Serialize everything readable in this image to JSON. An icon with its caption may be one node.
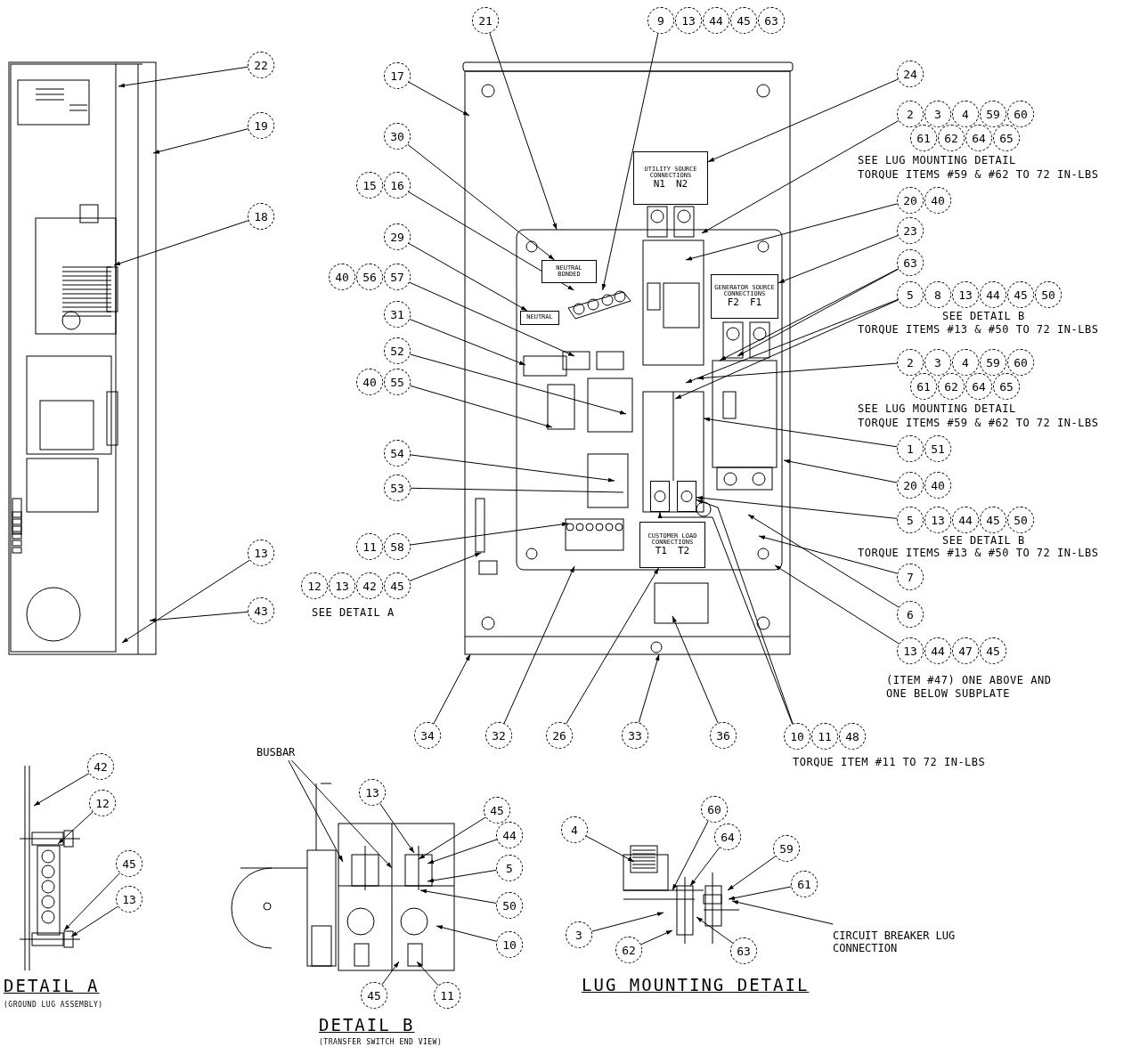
{
  "diagram": {
    "nodes": [
      {
        "text": [
          "22"
        ]
      },
      {
        "text": [
          "19"
        ]
      },
      {
        "text": [
          "18"
        ]
      },
      {
        "text": [
          "13"
        ]
      },
      {
        "text": [
          "43"
        ]
      },
      {
        "text": [
          "17"
        ]
      },
      {
        "text": [
          "21"
        ]
      },
      {
        "text": [
          "9"
        ]
      },
      {
        "text": [
          "13"
        ]
      },
      {
        "text": [
          "44"
        ]
      },
      {
        "text": [
          "45"
        ]
      },
      {
        "text": [
          "63"
        ]
      },
      {
        "text": [
          "24"
        ]
      },
      {
        "text": [
          "2"
        ]
      },
      {
        "text": [
          "3"
        ]
      },
      {
        "text": [
          "4"
        ]
      },
      {
        "text": [
          "59"
        ]
      },
      {
        "text": [
          "60"
        ]
      },
      {
        "text": [
          "61"
        ]
      },
      {
        "text": [
          "62"
        ]
      },
      {
        "text": [
          "64"
        ]
      },
      {
        "text": [
          "65"
        ]
      },
      {
        "text": [
          "20"
        ]
      },
      {
        "text": [
          "40"
        ]
      },
      {
        "text": [
          "23"
        ]
      },
      {
        "text": [
          "63"
        ]
      },
      {
        "text": [
          "5"
        ]
      },
      {
        "text": [
          "8"
        ]
      },
      {
        "text": [
          "13"
        ]
      },
      {
        "text": [
          "44"
        ]
      },
      {
        "text": [
          "45"
        ]
      },
      {
        "text": [
          "50"
        ]
      },
      {
        "text": [
          "2"
        ]
      },
      {
        "text": [
          "3"
        ]
      },
      {
        "text": [
          "4"
        ]
      },
      {
        "text": [
          "59"
        ]
      },
      {
        "text": [
          "60"
        ]
      },
      {
        "text": [
          "61"
        ]
      },
      {
        "text": [
          "62"
        ]
      },
      {
        "text": [
          "64"
        ]
      },
      {
        "text": [
          "65"
        ]
      },
      {
        "text": [
          "1"
        ]
      },
      {
        "text": [
          "51"
        ]
      },
      {
        "text": [
          "20"
        ]
      },
      {
        "text": [
          "40"
        ]
      },
      {
        "text": [
          "5"
        ]
      },
      {
        "text": [
          "13"
        ]
      },
      {
        "text": [
          "44"
        ]
      },
      {
        "text": [
          "45"
        ]
      },
      {
        "text": [
          "50"
        ]
      },
      {
        "text": [
          "7"
        ]
      },
      {
        "text": [
          "6"
        ]
      },
      {
        "text": [
          "13"
        ]
      },
      {
        "text": [
          "44"
        ]
      },
      {
        "text": [
          "47"
        ]
      },
      {
        "text": [
          "45"
        ]
      },
      {
        "text": [
          "30"
        ]
      },
      {
        "text": [
          "15"
        ]
      },
      {
        "text": [
          "16"
        ]
      },
      {
        "text": [
          "29"
        ]
      },
      {
        "text": [
          "40"
        ]
      },
      {
        "text": [
          "56"
        ]
      },
      {
        "text": [
          "57"
        ]
      },
      {
        "text": [
          "31"
        ]
      },
      {
        "text": [
          "52"
        ]
      },
      {
        "text": [
          "40"
        ]
      },
      {
        "text": [
          "55"
        ]
      },
      {
        "text": [
          "54"
        ]
      },
      {
        "text": [
          "53"
        ]
      },
      {
        "text": [
          "11"
        ]
      },
      {
        "text": [
          "58"
        ]
      },
      {
        "text": [
          "12"
        ]
      },
      {
        "text": [
          "13"
        ]
      },
      {
        "text": [
          "42"
        ]
      },
      {
        "text": [
          "45"
        ]
      },
      {
        "text": [
          "34"
        ]
      },
      {
        "text": [
          "32"
        ]
      },
      {
        "text": [
          "26"
        ]
      },
      {
        "text": [
          "33"
        ]
      },
      {
        "text": [
          "36"
        ]
      },
      {
        "text": [
          "10"
        ]
      },
      {
        "text": [
          "11"
        ]
      },
      {
        "text": [
          "48"
        ]
      },
      {
        "text": [
          "UTILITY SOURCE CONNECTIONS",
          "N1",
          "N2"
        ]
      },
      {
        "text": [
          "GENERATOR SOURCE CONNECTIONS",
          "F2",
          "F1"
        ]
      },
      {
        "text": [
          "CUSTOMER LOAD CONNECTIONS",
          "T1",
          "T2"
        ]
      },
      {
        "text": [
          "NEUTRAL BONDED"
        ]
      },
      {
        "text": [
          "NEUTRAL"
        ]
      },
      {
        "text": [
          "42"
        ]
      },
      {
        "text": [
          "12"
        ]
      },
      {
        "text": [
          "45"
        ]
      },
      {
        "text": [
          "13"
        ]
      },
      {
        "text": [
          "BUSBAR"
        ]
      },
      {
        "text": [
          "13"
        ]
      },
      {
        "text": [
          "45"
        ]
      },
      {
        "text": [
          "44"
        ]
      },
      {
        "text": [
          "5"
        ]
      },
      {
        "text": [
          "50"
        ]
      },
      {
        "text": [
          "10"
        ]
      },
      {
        "text": [
          "45"
        ]
      },
      {
        "text": [
          "11"
        ]
      },
      {
        "text": [
          "4"
        ]
      },
      {
        "text": [
          "60"
        ]
      },
      {
        "text": [
          "64"
        ]
      },
      {
        "text": [
          "59"
        ]
      },
      {
        "text": [
          "61"
        ]
      },
      {
        "text": [
          "3"
        ]
      },
      {
        "text": [
          "62"
        ]
      },
      {
        "text": [
          "63"
        ]
      },
      {
        "text": [
          "CIRCUIT BREAKER LUG CONNECTION"
        ]
      },
      {
        "text": [],
        "shape": "bar"
      },
      {
        "text": [],
        "shape": "box"
      },
      {
        "text": [],
        "shape": "box"
      }
    ],
    "edges": [
      {
        "from": 0,
        "to": null,
        "arrow": "to"
      },
      {
        "from": 1,
        "to": null,
        "arrow": "to"
      },
      {
        "from": 2,
        "to": null,
        "arrow": "to"
      },
      {
        "from": 3,
        "to": null,
        "arrow": "to"
      },
      {
        "from": 4,
        "to": null,
        "arrow": "to"
      },
      {
        "from": 5,
        "to": null,
        "arrow": "to"
      },
      {
        "from": 6,
        "to": null,
        "arrow": "to"
      },
      {
        "from": 7,
        "to": 110,
        "arrow": "to"
      },
      {
        "from": 12,
        "to": 83,
        "arrow": "to"
      },
      {
        "from": 13,
        "to": null,
        "arrow": "to"
      },
      {
        "from": 22,
        "to": null,
        "arrow": "to"
      },
      {
        "from": 24,
        "to": 84,
        "arrow": "to"
      },
      {
        "from": 25,
        "to": null,
        "arrow": "to"
      },
      {
        "from": 25,
        "to": null,
        "arrow": "to"
      },
      {
        "from": 26,
        "to": null,
        "arrow": "to"
      },
      {
        "from": 26,
        "to": null,
        "arrow": "to"
      },
      {
        "from": 32,
        "to": null,
        "arrow": "to"
      },
      {
        "from": 41,
        "to": null,
        "arrow": "to"
      },
      {
        "from": 43,
        "to": null,
        "arrow": "to"
      },
      {
        "from": 45,
        "to": 112,
        "arrow": "to"
      },
      {
        "from": 50,
        "to": null,
        "arrow": "to"
      },
      {
        "from": 51,
        "to": null,
        "arrow": "to"
      },
      {
        "from": 52,
        "to": null,
        "arrow": "to"
      },
      {
        "from": 56,
        "to": 86,
        "arrow": "to"
      },
      {
        "from": 58,
        "to": 110,
        "arrow": "to"
      },
      {
        "from": 59,
        "to": 87,
        "arrow": "to"
      },
      {
        "from": 62,
        "to": null,
        "arrow": "to"
      },
      {
        "from": 63,
        "to": null,
        "arrow": "to"
      },
      {
        "from": 64,
        "to": null,
        "arrow": "to"
      },
      {
        "from": 66,
        "to": null,
        "arrow": "to"
      },
      {
        "from": 67,
        "to": null,
        "arrow": "to"
      },
      {
        "from": 68,
        "to": null,
        "arrow": "none"
      },
      {
        "from": 70,
        "to": null,
        "arrow": "to"
      },
      {
        "from": 74,
        "to": null,
        "arrow": "to"
      },
      {
        "from": 75,
        "to": null,
        "arrow": "to"
      },
      {
        "from": 76,
        "to": null,
        "arrow": "to"
      },
      {
        "from": 77,
        "to": 85,
        "arrow": "to"
      },
      {
        "from": 78,
        "to": null,
        "arrow": "to"
      },
      {
        "from": 79,
        "to": null,
        "arrow": "to"
      },
      {
        "from": 80,
        "to": 111,
        "arrow": "to"
      },
      {
        "from": 80,
        "to": 112,
        "arrow": "to"
      },
      {
        "from": 88,
        "to": null,
        "arrow": "to"
      },
      {
        "from": 89,
        "to": null,
        "arrow": "to"
      },
      {
        "from": 90,
        "to": null,
        "arrow": "to"
      },
      {
        "from": 91,
        "to": null,
        "arrow": "to"
      },
      {
        "from": 92,
        "to": null,
        "arrow": "to"
      },
      {
        "from": 92,
        "to": null,
        "arrow": "to"
      },
      {
        "from": 93,
        "to": null,
        "arrow": "to"
      },
      {
        "from": 94,
        "to": null,
        "arrow": "to"
      },
      {
        "from": 95,
        "to": null,
        "arrow": "to"
      },
      {
        "from": 96,
        "to": null,
        "arrow": "to"
      },
      {
        "from": 97,
        "to": null,
        "arrow": "to"
      },
      {
        "from": 98,
        "to": null,
        "arrow": "to"
      },
      {
        "from": 99,
        "to": null,
        "arrow": "to"
      },
      {
        "from": 100,
        "to": null,
        "arrow": "to"
      },
      {
        "from": 101,
        "to": null,
        "arrow": "to"
      },
      {
        "from": 102,
        "to": null,
        "arrow": "to"
      },
      {
        "from": 103,
        "to": null,
        "arrow": "to"
      },
      {
        "from": 104,
        "to": null,
        "arrow": "to"
      },
      {
        "from": 105,
        "to": null,
        "arrow": "to"
      },
      {
        "from": 106,
        "to": null,
        "arrow": "to"
      },
      {
        "from": 107,
        "to": null,
        "arrow": "to"
      },
      {
        "from": 108,
        "to": null,
        "arrow": "to"
      },
      {
        "from": 109,
        "to": null,
        "arrow": "to"
      }
    ],
    "labels": [
      "SEE DETAIL A",
      "SEE LUG MOUNTING DETAIL",
      "TORQUE ITEMS #59 & #62 TO 72 IN-LBS",
      "SEE DETAIL B",
      "TORQUE ITEMS #13 & #50 TO 72 IN-LBS",
      "SEE LUG MOUNTING DETAIL",
      "TORQUE ITEMS #59 & #62 TO 72 IN-LBS",
      "SEE DETAIL B",
      "TORQUE ITEMS #13 & #50 TO 72 IN-LBS",
      "(ITEM #47) ONE ABOVE AND ONE BELOW SUBPLATE",
      "TORQUE ITEM #11 TO 72 IN-LBS",
      "DETAIL A",
      "(GROUND LUG ASSEMBLY)",
      "DETAIL B",
      "(TRANSFER SWITCH END VIEW)",
      "LUG MOUNTING DETAIL"
    ]
  }
}
